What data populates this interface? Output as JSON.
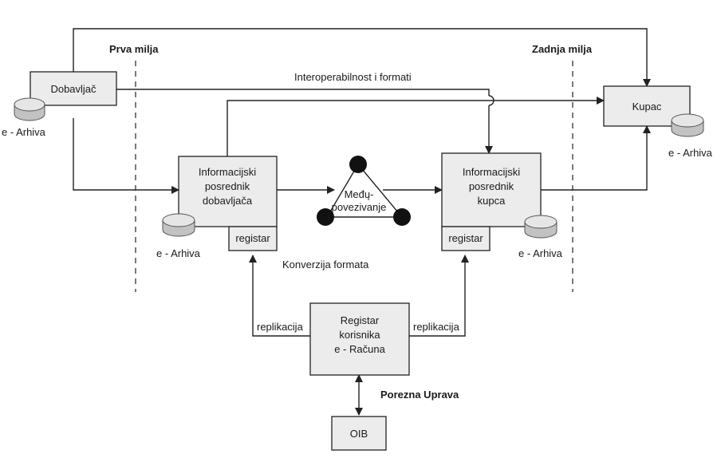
{
  "zones": {
    "first_mile": "Prva milja",
    "last_mile": "Zadnja milja"
  },
  "nodes": {
    "supplier": "Dobavljač",
    "customer": "Kupac",
    "supplier_broker": [
      "Informacijski",
      "posrednik",
      "dobavljača"
    ],
    "customer_broker": [
      "Informacijski",
      "posrednik",
      "kupca"
    ],
    "interconnect": [
      "Međų-",
      "povezivanje"
    ],
    "user_registry": [
      "Registar",
      "korisnika",
      "e - Računa"
    ],
    "oib": "OIB",
    "registry_tag": "registar"
  },
  "archive_label": "e - Arhiva",
  "edge_labels": {
    "interop": "Interoperabilnost i formati",
    "format_conversion": "Konverzija formata",
    "replication": "replikacija",
    "tax_admin": "Porezna Uprava"
  }
}
